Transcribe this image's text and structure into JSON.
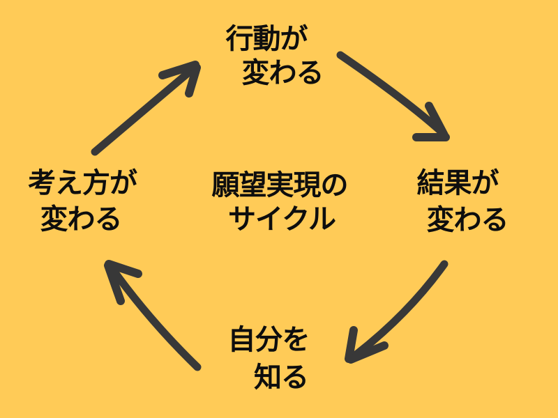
{
  "diagram": {
    "colors": {
      "background": "#FFCB57",
      "text": "#0e0e0e",
      "arrow": "#383838"
    },
    "center_title": {
      "lines": [
        "願望実現の",
        "サイクル"
      ]
    },
    "nodes": {
      "top": {
        "lines": [
          "行動が",
          "変わる"
        ]
      },
      "right": {
        "lines": [
          "結果が",
          "変わる"
        ]
      },
      "bottom": {
        "lines": [
          "自分を",
          "知る"
        ]
      },
      "left": {
        "lines": [
          "考え方が",
          "変わる"
        ]
      }
    },
    "arrows": [
      {
        "name": "arrow-left-to-top",
        "from": "left",
        "to": "top"
      },
      {
        "name": "arrow-top-to-right",
        "from": "top",
        "to": "right"
      },
      {
        "name": "arrow-right-to-bottom",
        "from": "right",
        "to": "bottom"
      },
      {
        "name": "arrow-bottom-to-left",
        "from": "bottom",
        "to": "left"
      }
    ]
  }
}
